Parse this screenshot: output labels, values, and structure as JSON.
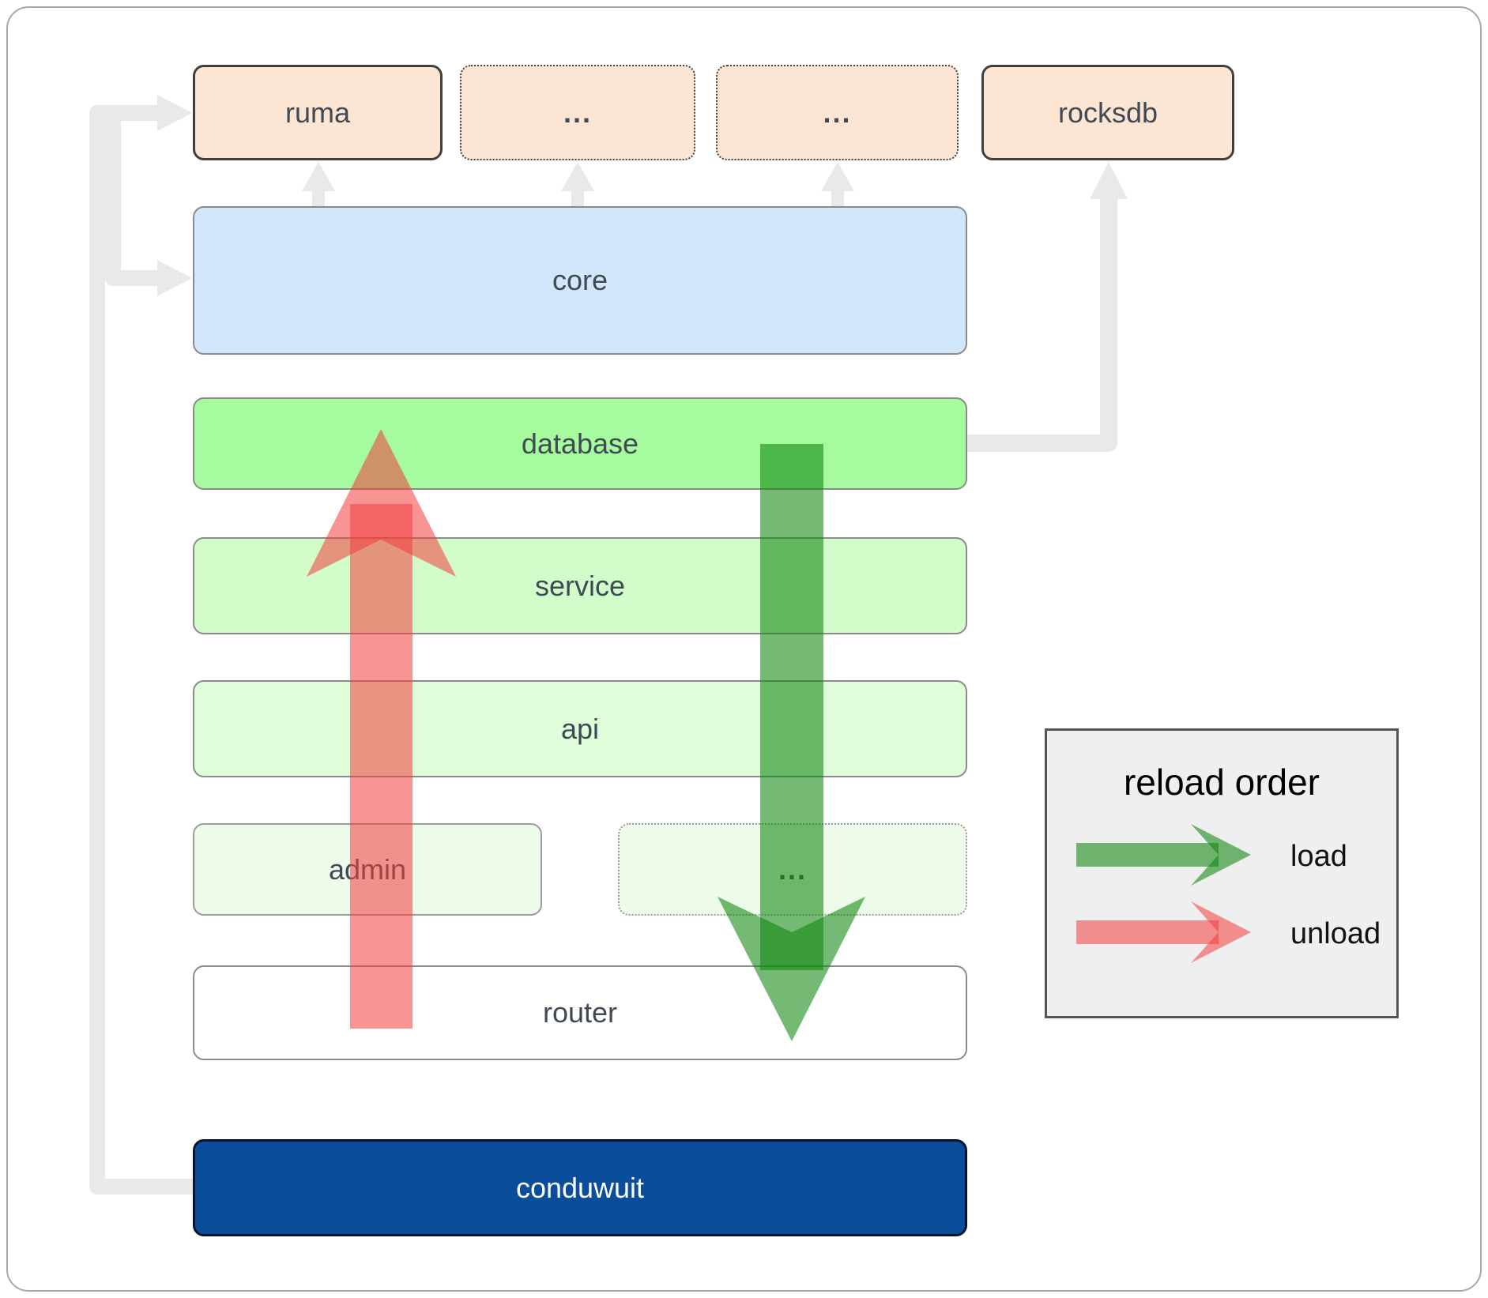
{
  "diagram": {
    "nodes": {
      "ruma": {
        "label": "ruma"
      },
      "dep1": {
        "label": "..."
      },
      "dep2": {
        "label": "..."
      },
      "rocksdb": {
        "label": "rocksdb"
      },
      "core": {
        "label": "core"
      },
      "database": {
        "label": "database"
      },
      "service": {
        "label": "service"
      },
      "api": {
        "label": "api"
      },
      "admin": {
        "label": "admin"
      },
      "more_services": {
        "label": "..."
      },
      "router": {
        "label": "router"
      },
      "conduwuit": {
        "label": "conduwuit"
      }
    },
    "legend": {
      "title": "reload order",
      "items": [
        {
          "label": "load"
        },
        {
          "label": "unload"
        }
      ]
    },
    "colors": {
      "dependency_fill": "#fce5d3",
      "core_fill": "#d3e7fc",
      "database_fill": "#a5fb9e",
      "service_fill": "#d2fdca",
      "api_fill": "#e0fdd9",
      "admin_fill": "#eefbea",
      "router_fill": "#ffffff",
      "conduwuit_fill": "#0a4e9b",
      "load_arrow": "#0f870f",
      "unload_arrow": "#f23d3d",
      "connector_gray": "#e9e9e9",
      "legend_bg": "#efefef"
    }
  }
}
